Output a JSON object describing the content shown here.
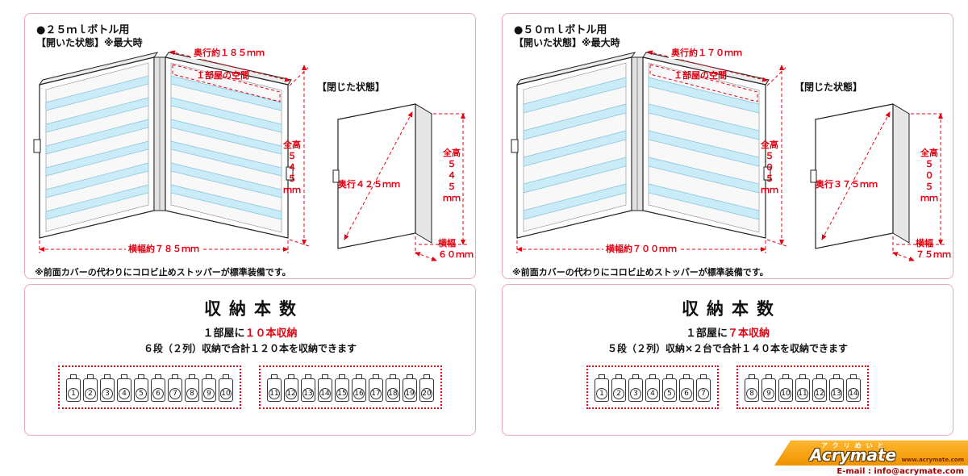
{
  "panels": [
    {
      "title": "●２５ｍｌボトル用",
      "open_state_label": "【開いた状態】※最大時",
      "closed_state_label": "【閉じた状態】",
      "open": {
        "depth_label": "奥行約１８５ｍｍ",
        "room_label": "１部屋の空間",
        "height_label": "全高\n５\n４\n５\nｍｍ",
        "width_label": "横幅約７８５ｍｍ"
      },
      "closed": {
        "depth_label": "奥行４２５ｍｍ",
        "height_label": "全高\n５\n４\n５\nｍｍ",
        "width_label": "横幅\n６０ｍｍ"
      },
      "note": "※前面カバーの代わりにコロビ止めストッパーが標準装備です。",
      "storage": {
        "heading": "収納本数",
        "line1_prefix": "１部屋に",
        "line1_highlight": "１０本収納",
        "line2": "６段（２列）収納で合計１２０本を収納できます",
        "groups": [
          [
            "1",
            "2",
            "3",
            "4",
            "5",
            "6",
            "7",
            "8",
            "9",
            "10"
          ],
          [
            "11",
            "12",
            "13",
            "14",
            "15",
            "16",
            "17",
            "18",
            "19",
            "20"
          ]
        ]
      }
    },
    {
      "title": "●５０ｍｌボトル用",
      "open_state_label": "【開いた状態】※最大時",
      "closed_state_label": "【閉じた状態】",
      "open": {
        "depth_label": "奥行約１７０ｍｍ",
        "room_label": "１部屋の空間",
        "height_label": "全高\n５\n０\n５\nｍｍ",
        "width_label": "横幅約７００ｍｍ"
      },
      "closed": {
        "depth_label": "奥行３７５ｍｍ",
        "height_label": "全高\n５\n０\n５\nｍｍ",
        "width_label": "横幅\n７５ｍｍ"
      },
      "note": "※前面カバーの代わりにコロビ止めストッパーが標準装備です。",
      "storage": {
        "heading": "収納本数",
        "line1_prefix": "１部屋に",
        "line1_highlight": "７本収納",
        "line2": "５段（２列）収納×２台で合計１４０本を収納できます",
        "groups": [
          [
            "1",
            "2",
            "3",
            "4",
            "5",
            "6",
            "7"
          ],
          [
            "8",
            "9",
            "10",
            "11",
            "12",
            "13",
            "14"
          ]
        ]
      }
    }
  ],
  "logo": {
    "kana": "アクリめいと",
    "name": "Acrymate",
    "url": "www.acrymate.com",
    "email": "E-mail : info@acrymate.com"
  },
  "colors": {
    "accent_red": "#e60012",
    "shelf_blue": "#c9ecf8",
    "frame_pink": "#eba7bd",
    "logo_orange": "#f59b00"
  }
}
